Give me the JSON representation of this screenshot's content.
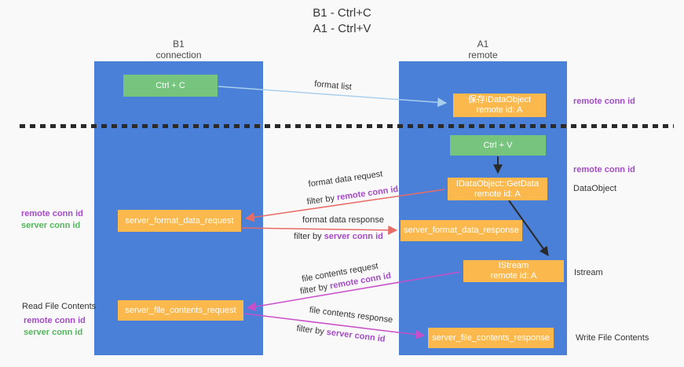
{
  "title": {
    "line1": "B1 - Ctrl+C",
    "line2": "A1 - Ctrl+V"
  },
  "columns": {
    "b1": {
      "name": "B1",
      "role": "connection"
    },
    "a1": {
      "name": "A1",
      "role": "remote"
    }
  },
  "boxes": {
    "ctrl_c": "Ctrl + C",
    "ctrl_v": "Ctrl + V",
    "save_object": {
      "line1": "保存IDataObject",
      "line2": "remote id: A"
    },
    "getdata": {
      "line1": "IDataObject::GetData",
      "line2": "remote id: A"
    },
    "istream": {
      "line1": "IStream",
      "line2": "remote id: A"
    },
    "format_request": "server_format_data_request",
    "format_response": "server_format_data_response",
    "file_request": "server_file_contents_request",
    "file_response": "server_file_contents_response"
  },
  "arrow_labels": {
    "format_list": "format list",
    "format_request": "format data request",
    "format_request_filter_prefix": "filter by ",
    "format_request_filter_id": "remote conn id",
    "format_response": "format data response",
    "format_response_filter_prefix": "filter by ",
    "format_response_filter_id": "server conn id",
    "file_request": "file contents request",
    "file_request_filter_prefix": "filter by ",
    "file_request_filter_id": "remote conn id",
    "file_response": "file contents response",
    "file_response_filter_prefix": "filter by ",
    "file_response_filter_id": "server conn id"
  },
  "side_labels": {
    "right_remote_top": "remote conn id",
    "right_remote_mid": "remote conn id",
    "right_dataobject": "DataObject",
    "right_istream": "Istream",
    "right_write": "Write File Contents",
    "left_remote_format": "remote conn id",
    "left_server_format": "server conn id",
    "left_read": "Read File Contents",
    "left_remote_file": "remote conn id",
    "left_server_file": "server conn id"
  },
  "colors": {
    "column_blue": "#4a80d8",
    "box_orange": "#fbb84d",
    "box_green": "#76c47e",
    "label_purple": "#a64bc8",
    "label_green": "#53b75d",
    "arrow_light_blue": "#a9cfec",
    "arrow_red": "#e96b65",
    "arrow_magenta": "#c94fc9",
    "arrow_black": "#2a2a2a",
    "background": "#f9f9f9"
  }
}
